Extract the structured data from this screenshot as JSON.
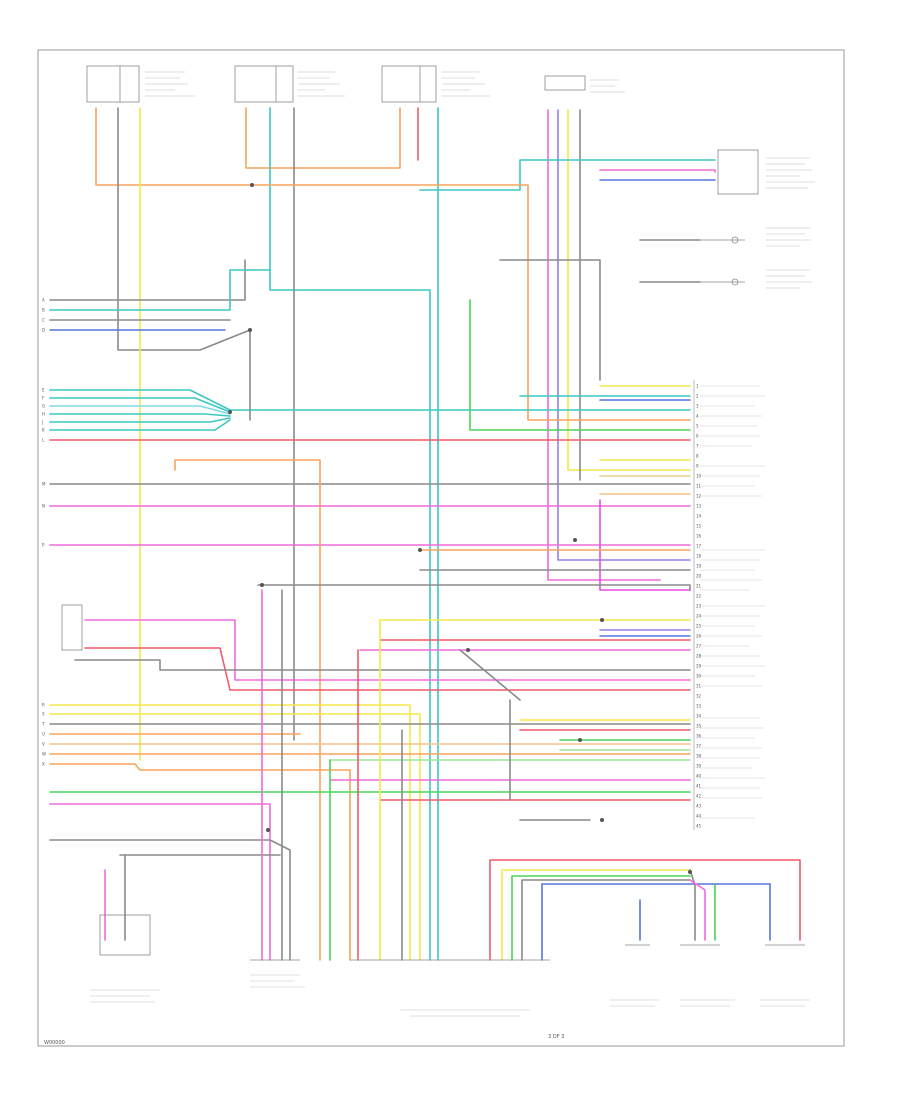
{
  "diagram": {
    "footer_left_code": "W00000",
    "footer_center_code": "3 OF 3",
    "wire_colors": {
      "orange": "#f7a35c",
      "yellow": "#f5e84a",
      "teal": "#3cc7c2",
      "cyan": "#7fd8e6",
      "green": "#4ad45a",
      "lightgreen": "#9be59a",
      "pink": "#f06bd9",
      "magenta": "#e84de0",
      "red": "#f05a6a",
      "blue": "#5577dd",
      "violet": "#9a7fe3",
      "gray": "#8a8a8a",
      "darkgray": "#666666",
      "peach": "#f5c28a",
      "tan": "#e8d08a"
    },
    "stub_lines": {
      "left": [
        "A",
        "B",
        "C",
        "D",
        "E",
        "F",
        "G",
        "H",
        "J",
        "K",
        "L",
        "M",
        "N",
        "P",
        "R",
        "S",
        "T",
        "U",
        "V",
        "W",
        "X"
      ],
      "right": [
        "1",
        "2",
        "3",
        "4",
        "5",
        "6",
        "7",
        "8",
        "9",
        "10",
        "11",
        "12",
        "13",
        "14",
        "15",
        "16",
        "17",
        "18",
        "19",
        "20",
        "21",
        "22",
        "23",
        "24",
        "25",
        "26",
        "27",
        "28",
        "29",
        "30",
        "31",
        "32",
        "33",
        "34",
        "35",
        "36",
        "37",
        "38",
        "39",
        "40",
        "41",
        "42",
        "43",
        "44",
        "45"
      ]
    }
  }
}
